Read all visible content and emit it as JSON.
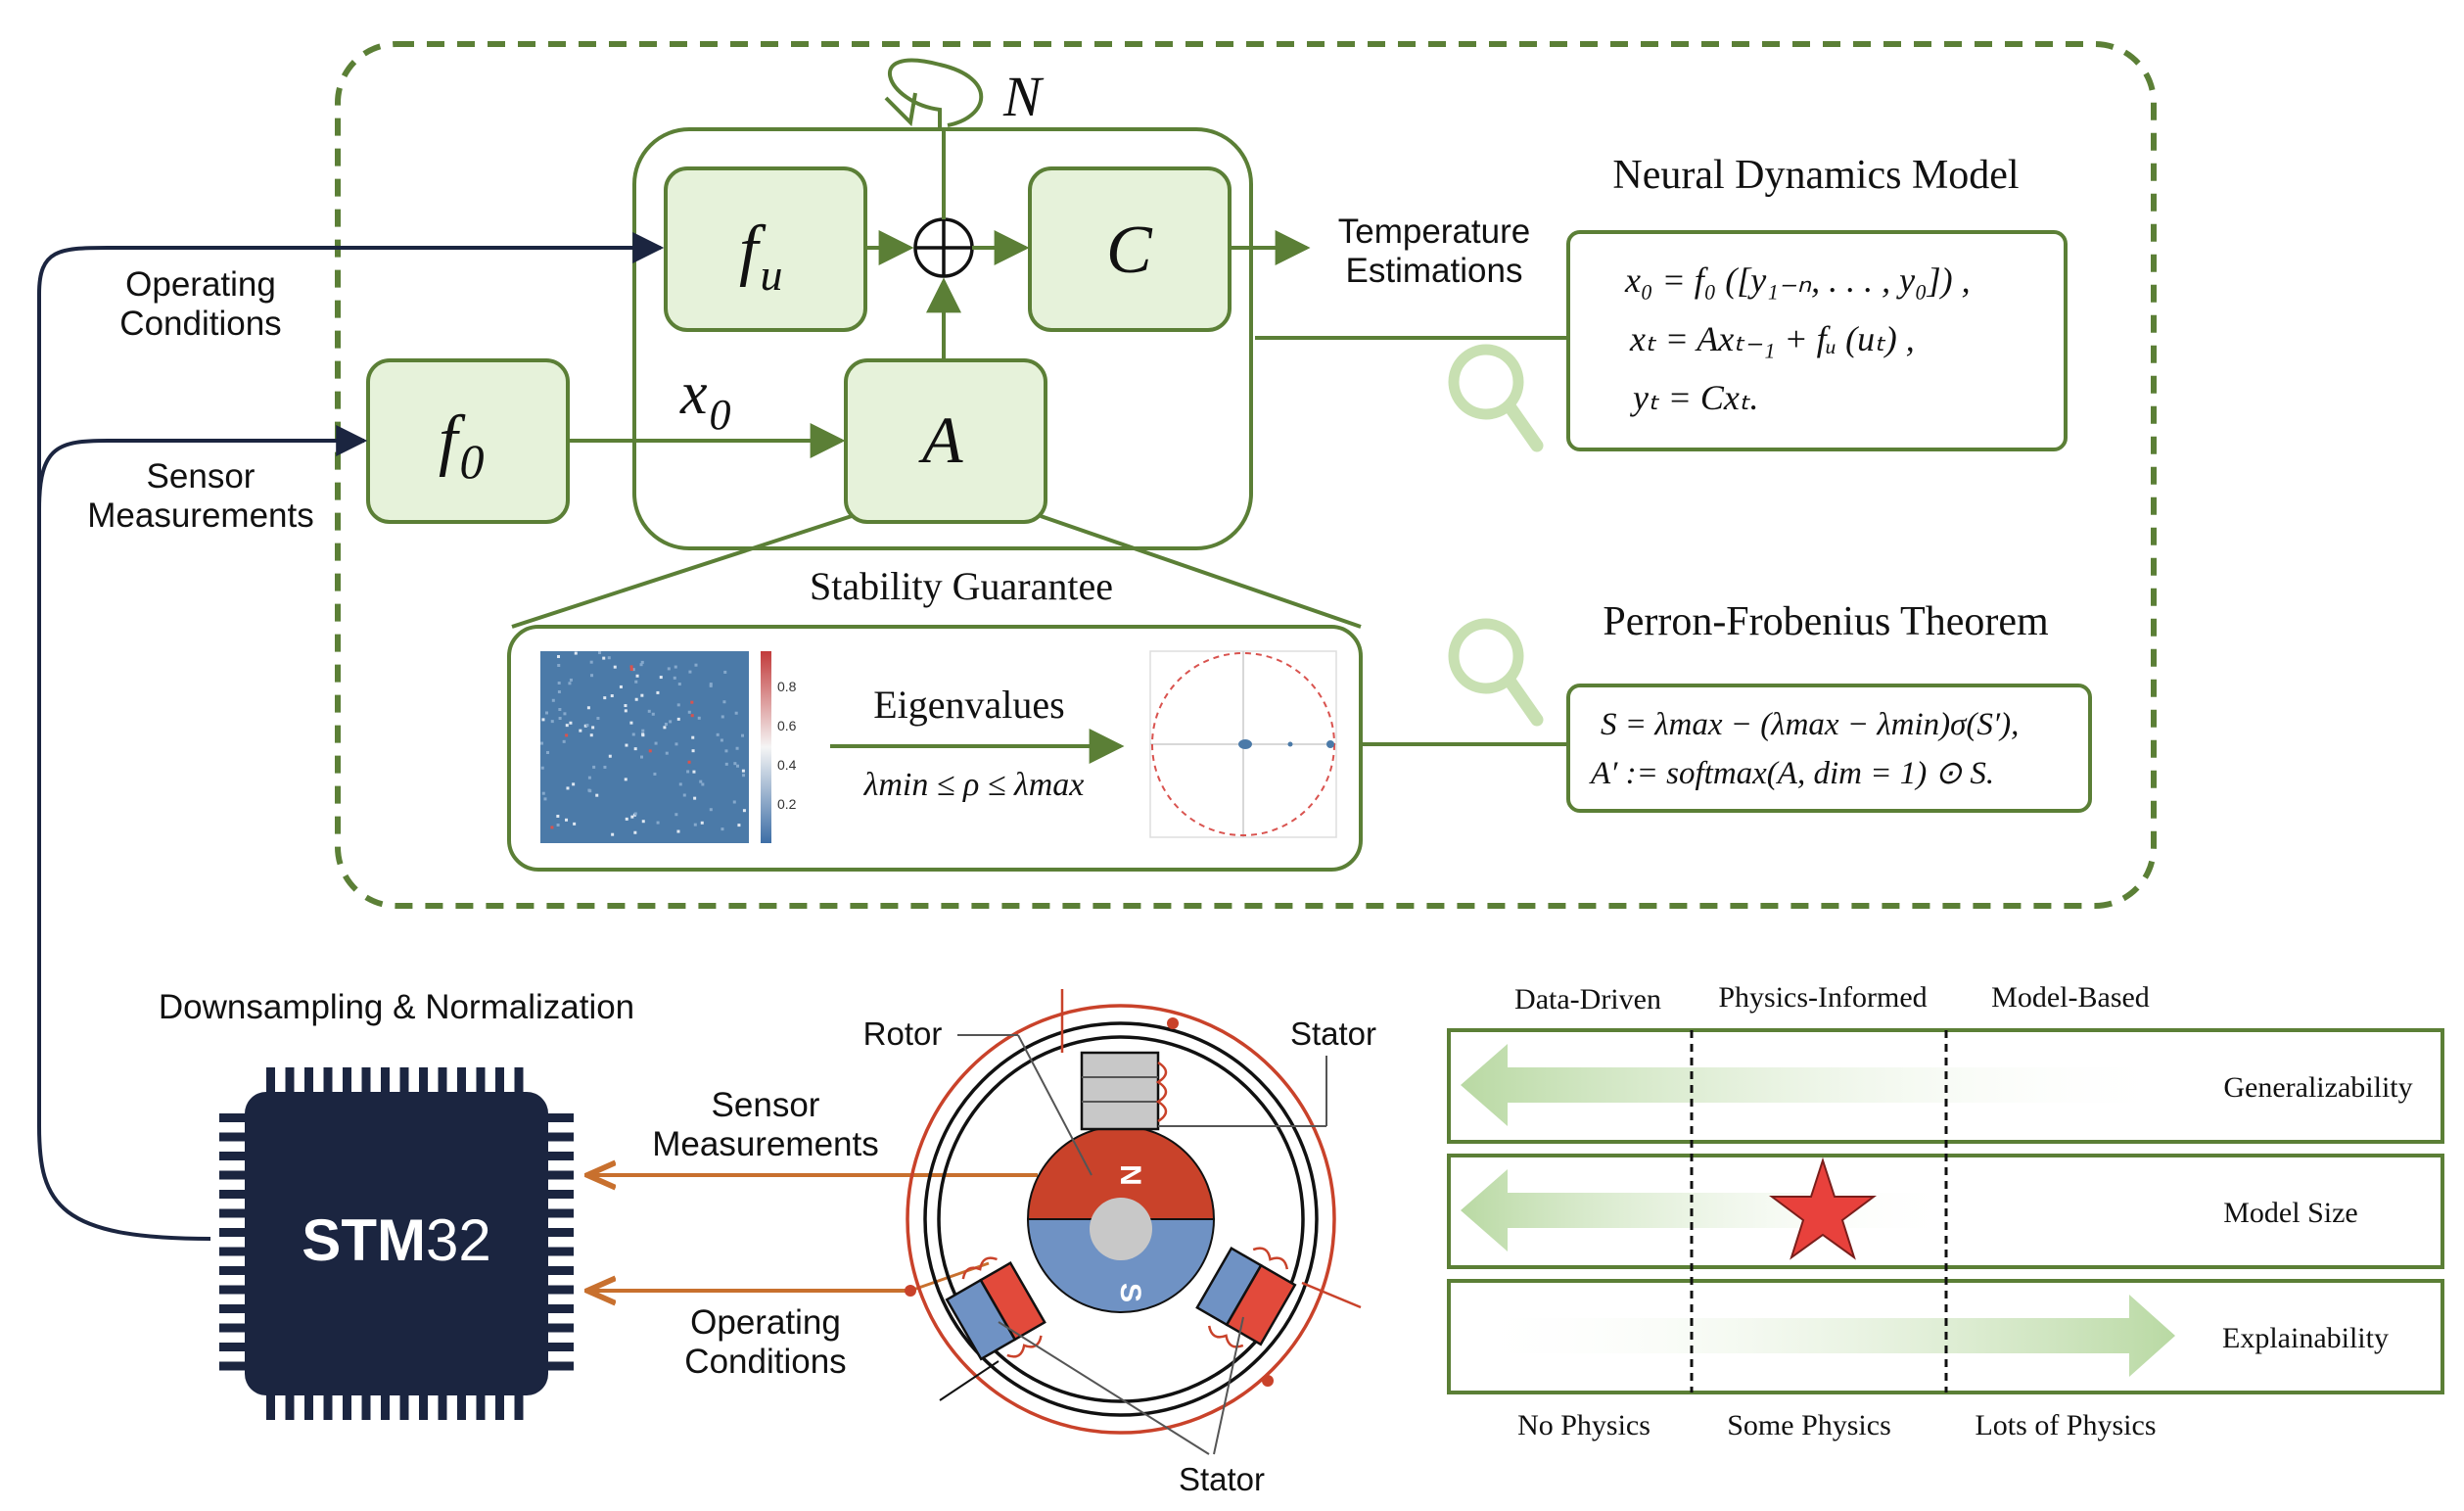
{
  "model": {
    "loop_label": "N",
    "fu_label": "f",
    "fu_sub": "u",
    "c_label": "C",
    "a_label": "A",
    "f0_label": "f",
    "f0_sub": "0",
    "x0_label": "x",
    "x0_sub": "0",
    "output_label_line1": "Temperature",
    "output_label_line2": "Estimations",
    "operating_line1": "Operating",
    "operating_line2": "Conditions",
    "sensor_line1": "Sensor",
    "sensor_line2": "Measurements"
  },
  "neural_dynamics": {
    "title": "Neural Dynamics Model",
    "eq1": "x₀ = f₀ ([y₁₋ₙ, . . . , y₀]) ,",
    "eq2": "xₜ = Axₜ₋₁ + fᵤ (uₜ) ,",
    "eq3": "yₜ = Cxₜ."
  },
  "stability": {
    "title": "Stability Guarantee",
    "eigen_label": "Eigenvalues",
    "inequality": "λmin ≤ ρ ≤ λmax",
    "colorbar_ticks": [
      "0.8",
      "0.6",
      "0.4",
      "0.2"
    ]
  },
  "perron": {
    "title": "Perron-Frobenius Theorem",
    "eq1": "S = λmax − (λmax − λmin)σ(S′),",
    "eq2": "A′ := softmax(A, dim = 1) ⊙ S."
  },
  "hardware": {
    "downsampling_label": "Downsampling & Normalization",
    "chip_label_bold": "STM",
    "chip_label_light": "32",
    "sensor_line1": "Sensor",
    "sensor_line2": "Measurements",
    "operating_line1": "Operating",
    "operating_line2": "Conditions",
    "rotor_label": "Rotor",
    "stator_top_label": "Stator",
    "stator_bottom_label": "Stator",
    "north": "N",
    "south": "S"
  },
  "spectrum": {
    "top_labels": [
      "Data-Driven",
      "Physics-Informed",
      "Model-Based"
    ],
    "bottom_labels": [
      "No Physics",
      "Some Physics",
      "Lots of Physics"
    ],
    "rows": [
      "Generalizability",
      "Model Size",
      "Explainability"
    ]
  },
  "colors": {
    "green_dark": "#5b7f36",
    "green_fill": "#e6f2da",
    "navy": "#1b2540",
    "orange": "#c8702e",
    "motor_red": "#c9422a",
    "motor_blue": "#6f92c4",
    "star_red": "#e8413c",
    "heatmap_blue": "#4b7aa8"
  }
}
